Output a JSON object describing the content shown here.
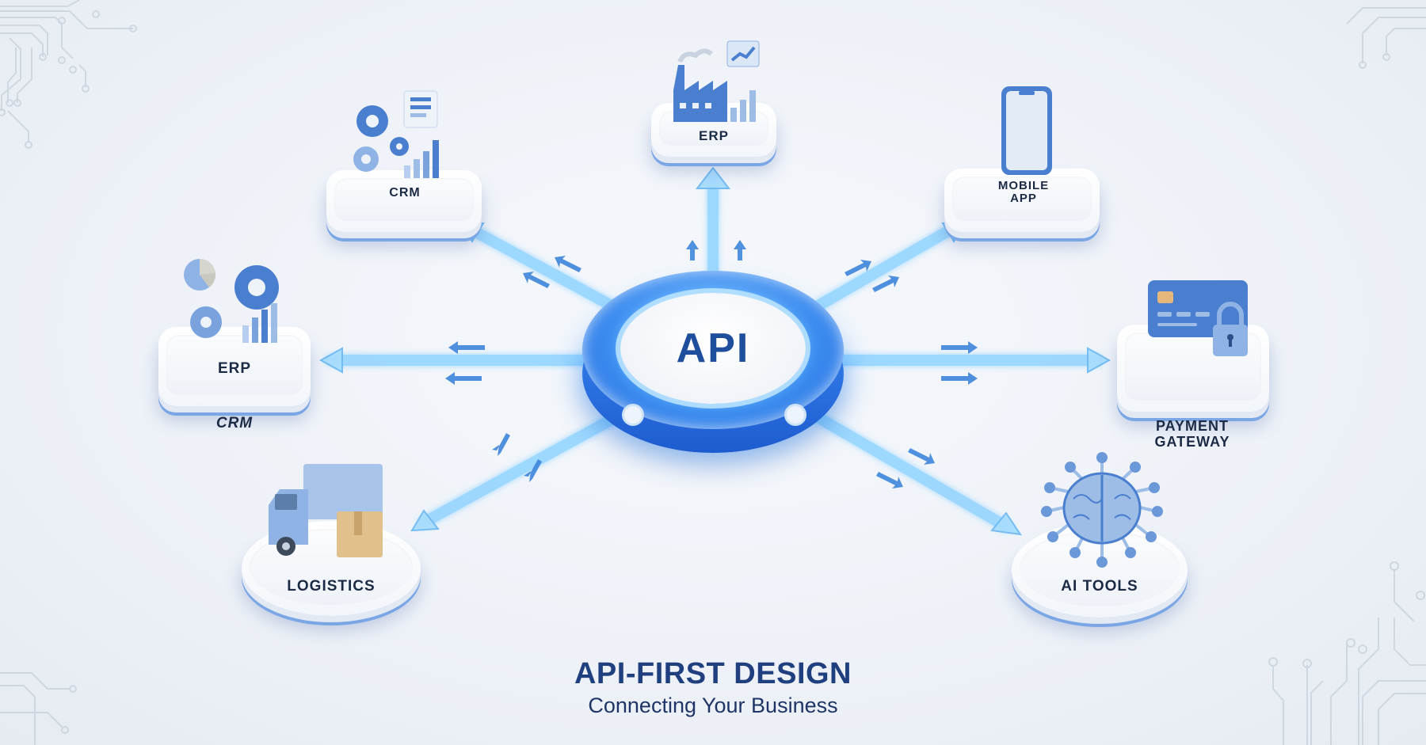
{
  "hub": {
    "label": "API"
  },
  "nodes": {
    "erp_top": {
      "label": "ERP"
    },
    "crm_top_left": {
      "label": "CRM"
    },
    "mobile_app": {
      "label_line1": "MOBILE",
      "label_line2": "APP"
    },
    "erp_left": {
      "label": "ERP",
      "caption": "CRM"
    },
    "payment_gateway": {
      "caption_line1": "PAYMENT",
      "caption_line2": "GATEWAY"
    },
    "logistics": {
      "label": "LOGISTICS"
    },
    "ai_tools": {
      "label": "AI TOOLS"
    }
  },
  "footer": {
    "title": "API-FIRST DESIGN",
    "subtitle": "Connecting Your Business"
  },
  "colors": {
    "background": "#eef2f8",
    "hub_blue": "#2f7de8",
    "connector_cyan": "#8fd3ff",
    "label_dark": "#1c2b45",
    "title_navy": "#1f3f7e",
    "icon_blue": "#4a7fd0"
  }
}
